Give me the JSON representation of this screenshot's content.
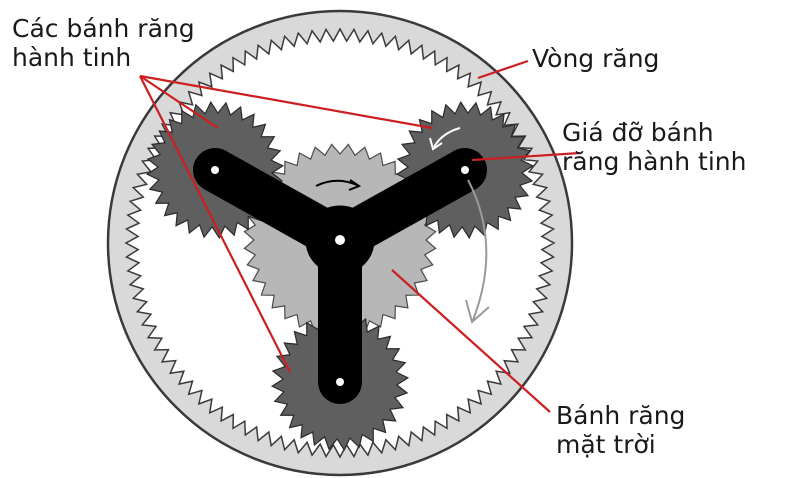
{
  "labels": {
    "planet_gears": [
      "Các bánh răng",
      "hành tinh"
    ],
    "ring_gear": [
      "Vòng răng"
    ],
    "planet_carrier": [
      "Giá đỡ bánh",
      "răng hành tinh"
    ],
    "sun_gear": [
      "Bánh răng",
      "mặt trời"
    ]
  },
  "colors": {
    "ring_fill": "#d9d9d9",
    "ring_teeth": "#dcdcdc",
    "outline": "#3a3a3a",
    "sun_fill": "#b7b7b7",
    "planet_fill": "#5f5f5f",
    "carrier_fill": "#000000",
    "leader_line": "#cc1f1f",
    "arrow_light": "#ffffff",
    "arrow_gray": "#9a9a9a",
    "background": "#ffffff"
  }
}
